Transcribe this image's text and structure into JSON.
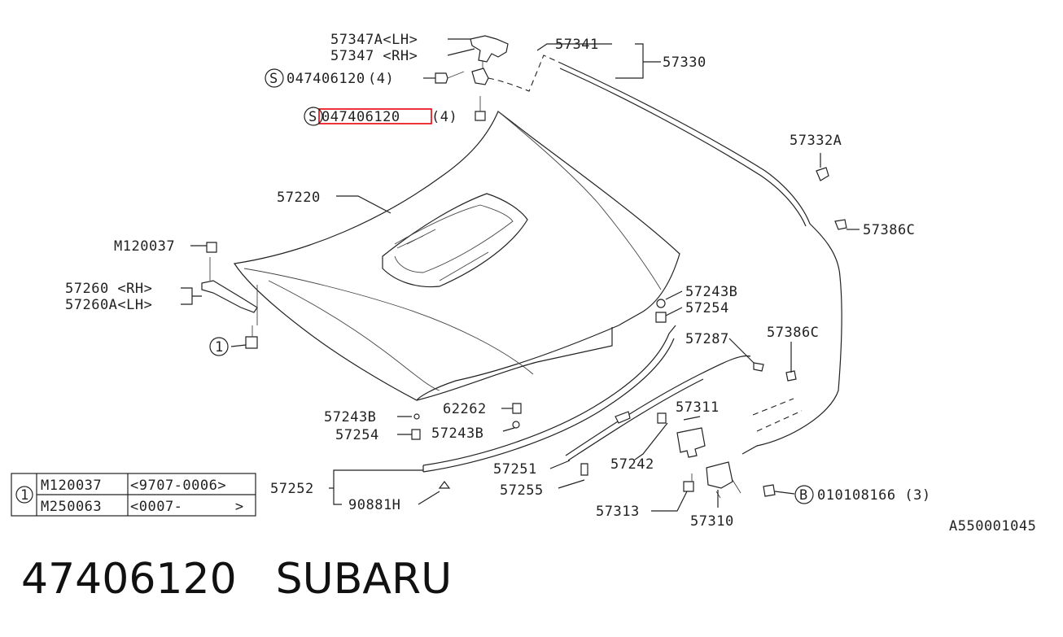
{
  "labels": {
    "p57347A": "57347A<LH>",
    "p57347": "57347 <RH>",
    "p57341": "57341",
    "p57330": "57330",
    "bolt1_num": "047406120",
    "bolt1_qty": "(4)",
    "bolt2_num": "047406120",
    "bolt2_qty": "(4)",
    "s1": "S",
    "s2": "S",
    "p57332A": "57332A",
    "p57220": "57220",
    "p57386C_a": "57386C",
    "pM120037": "M120037",
    "p57260": "57260 <RH>",
    "p57260A": "57260A<LH>",
    "p57243B_a": "57243B",
    "p57254_a": "57254",
    "p57287": "57287",
    "p57386C_b": "57386C",
    "c1": "1",
    "p57243B_b": "57243B",
    "p62262": "62262",
    "p57243B_c": "57243B",
    "p57254_b": "57254",
    "p57311": "57311",
    "p57251": "57251",
    "p57242": "57242",
    "p57252": "57252",
    "p90881H": "90881H",
    "p57255": "57255",
    "p57313": "57313",
    "p57310": "57310",
    "bB": "B",
    "p010108166": "010108166 (3)",
    "ref": "A550001045"
  },
  "legend": {
    "circle": "1",
    "rows": [
      {
        "part": "M120037",
        "range": "<9707-0006>"
      },
      {
        "part": "M250063",
        "range": "<0007-      >"
      }
    ]
  },
  "caption": {
    "part_number": "47406120",
    "brand": "SUBARU"
  },
  "highlight_color": "#e8000b"
}
